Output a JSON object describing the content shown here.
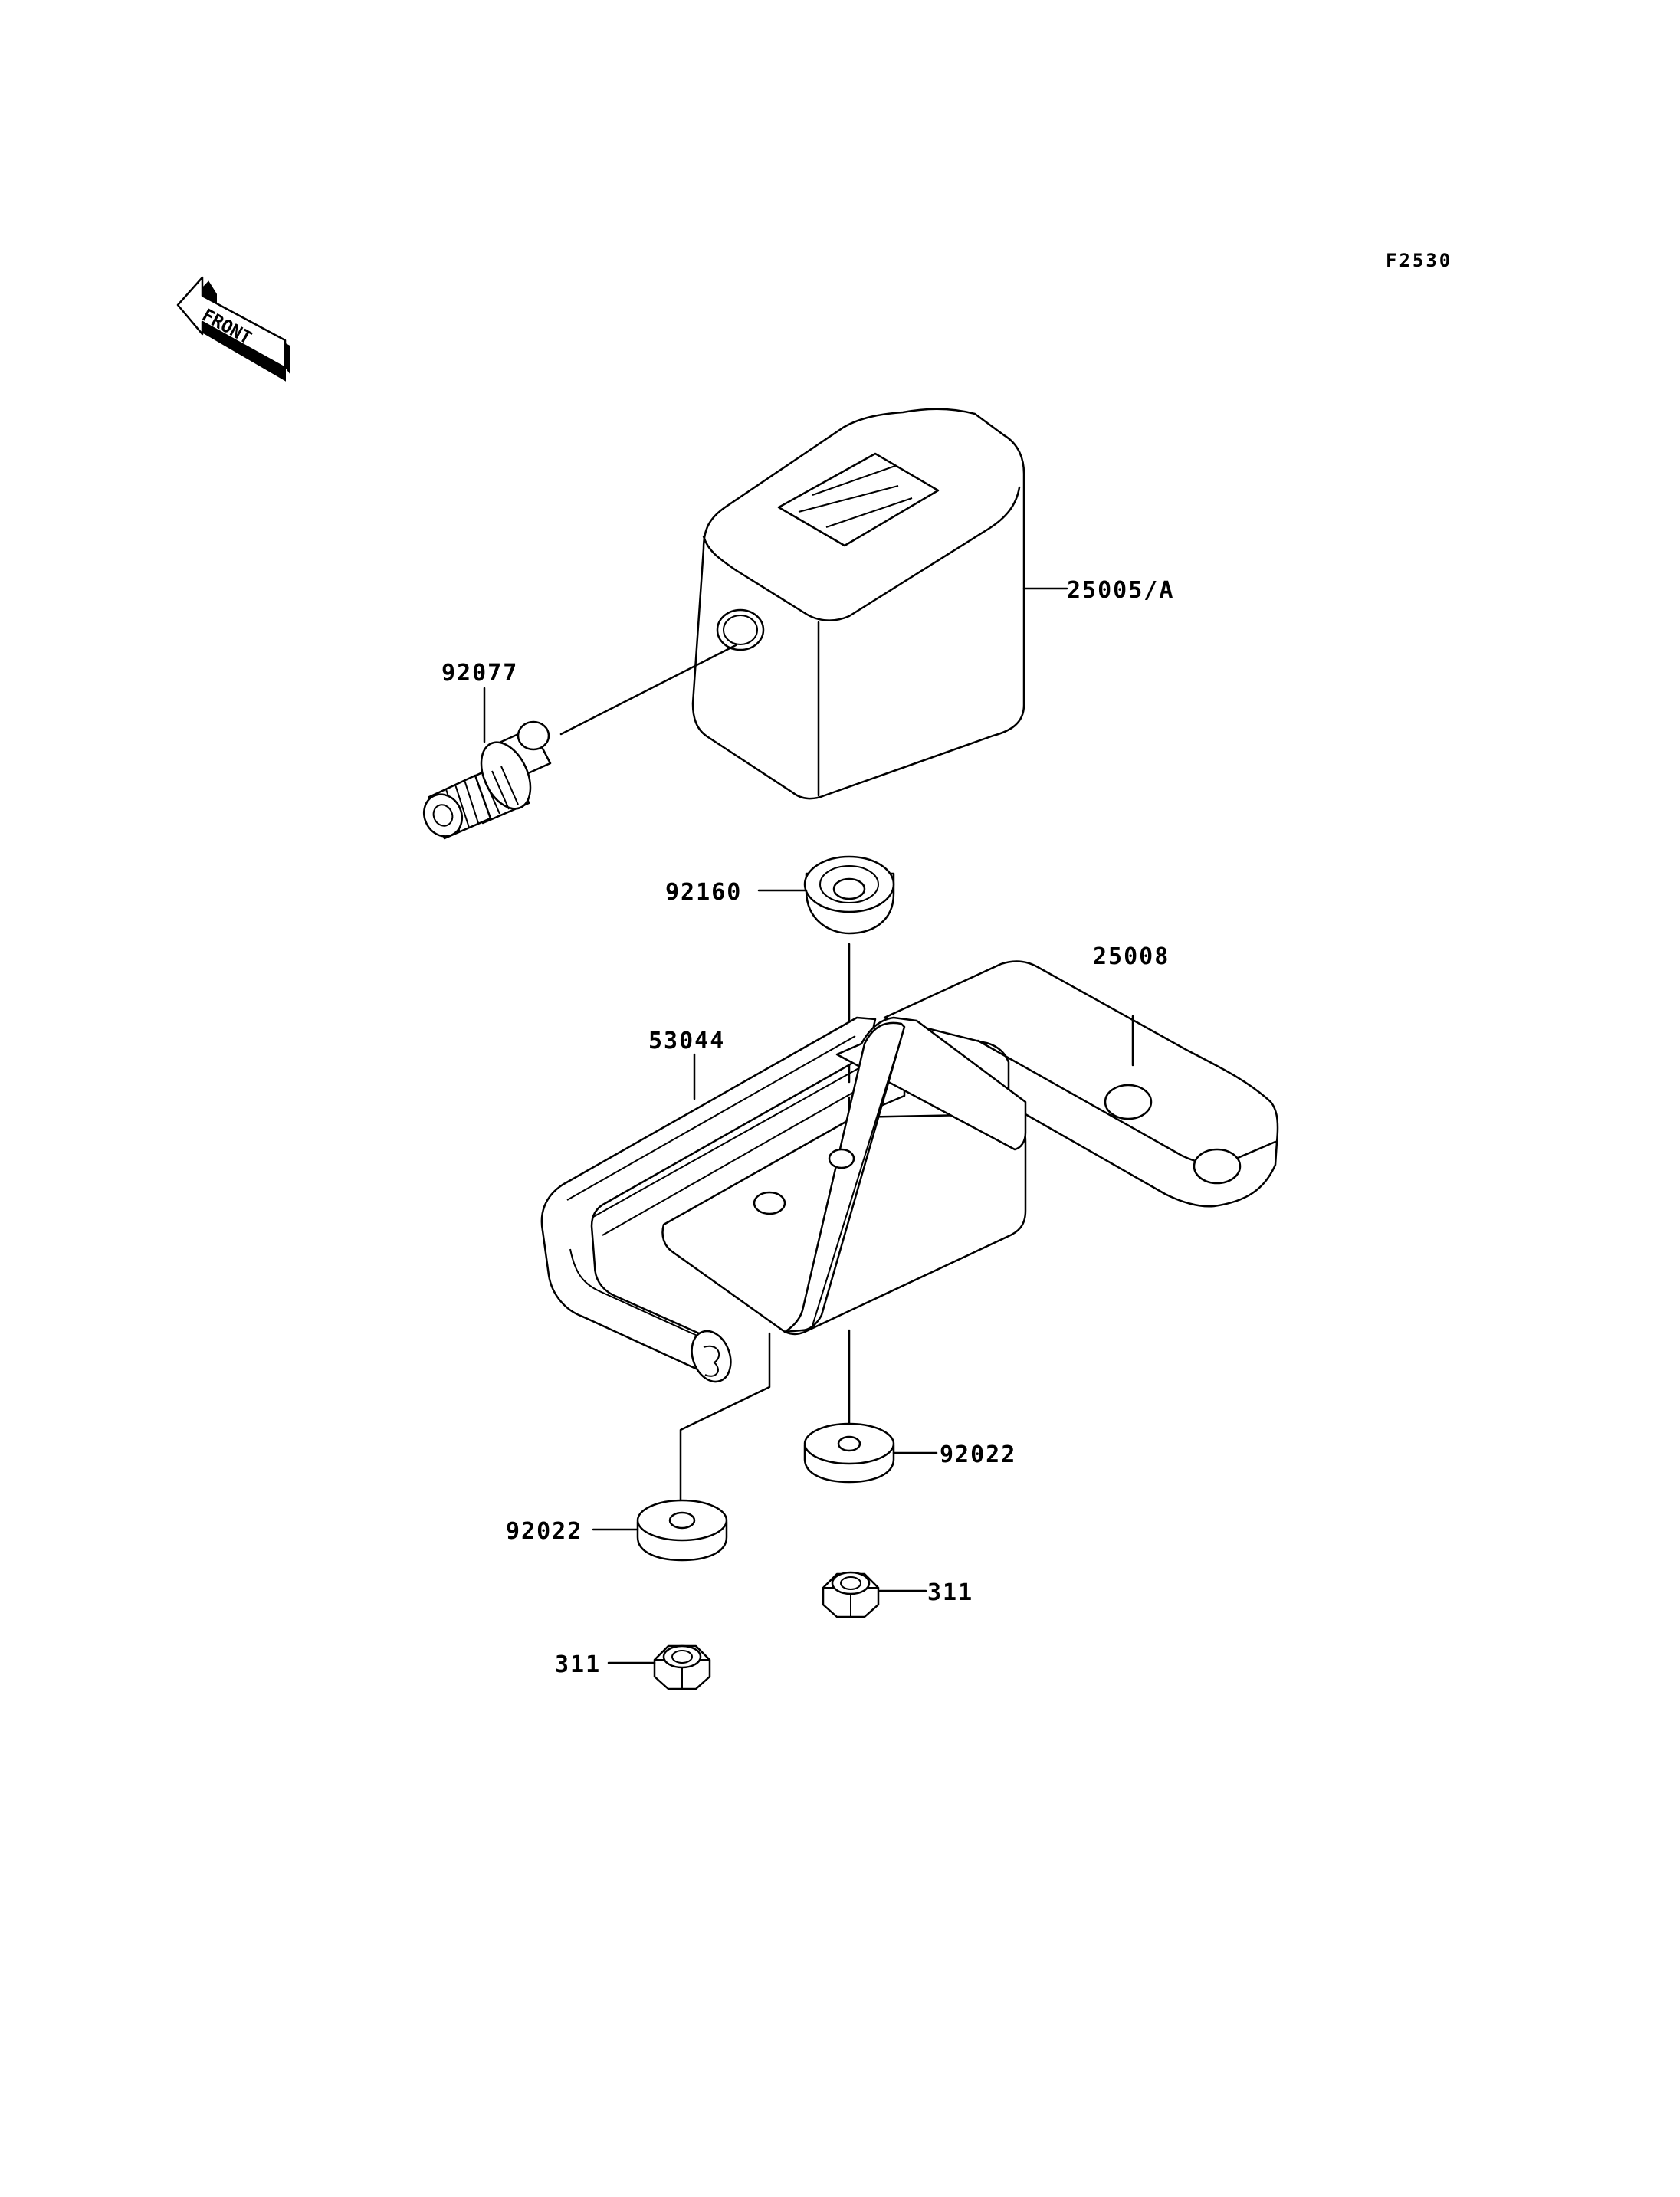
{
  "diagram_code": "F2530",
  "front_marker": "FRONT",
  "parts": {
    "cover": "25005/A",
    "cable_fitting": "92077",
    "grommet": "92160",
    "bracket": "25008",
    "trim": "53044",
    "washer_right": "92022",
    "washer_left": "92022",
    "nut_right": "311",
    "nut_left": "311"
  }
}
